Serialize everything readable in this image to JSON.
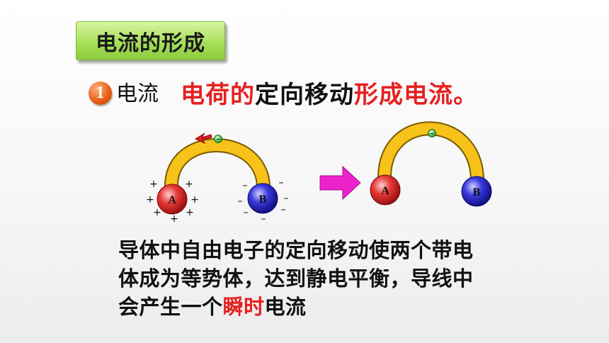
{
  "title": "电流的形成",
  "section": {
    "number": "1",
    "heading": "电流",
    "definition_part1": "电荷的",
    "definition_part2": "定向移动",
    "definition_part3": "形成电流。"
  },
  "diagram": {
    "left": {
      "sphere_a_label": "A",
      "sphere_b_label": "B",
      "plus_sign": "+",
      "minus_sign": "–",
      "electron_sign": "–"
    },
    "right": {
      "sphere_a_label": "A",
      "sphere_b_label": "B",
      "electron_sign": "–"
    }
  },
  "explanation": {
    "line1": "导体中自由电子的定向移动使两个带电",
    "line2": "体成为等势体，达到静电平衡，导线中",
    "line3_part1": "会产生一个",
    "line3_highlight": "瞬时",
    "line3_part2": "电流"
  },
  "colors": {
    "accent_red": "#e62020",
    "title_green": "#a8e05a",
    "wire_yellow": "#f7c21a",
    "sphere_red": "#e83a3a",
    "sphere_blue": "#3a3ae0",
    "arrow_magenta": "#ee22cc"
  }
}
